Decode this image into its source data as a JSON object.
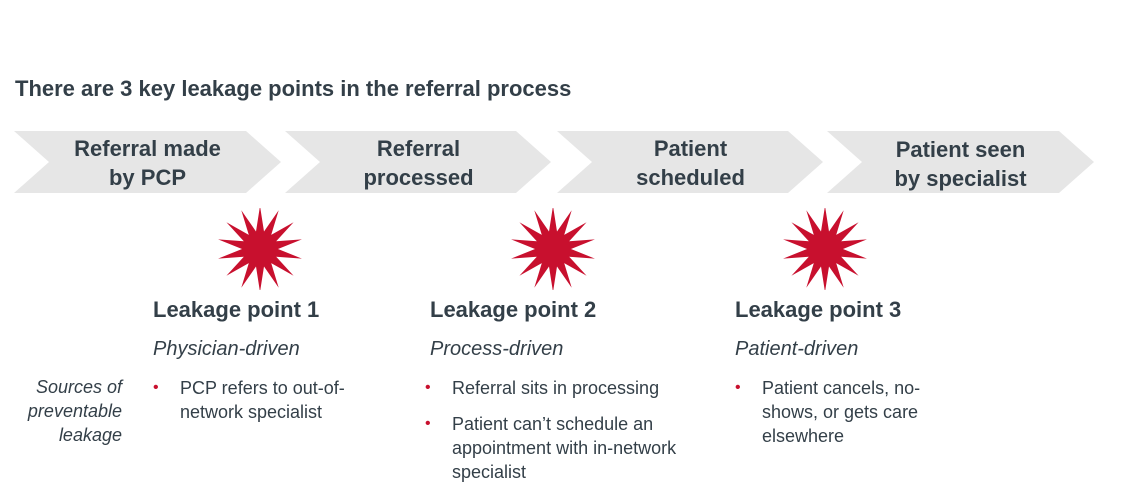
{
  "title": "There are 3 key leakage points in the referral process",
  "colors": {
    "chevron_fill": "#e6e6e6",
    "burst_red": "#c8102e",
    "text": "#333f48",
    "bullet": "#c8102e"
  },
  "steps": [
    {
      "label": "Referral made\nby PCP"
    },
    {
      "label": "Referral\nprocessed"
    },
    {
      "label": "Patient\nscheduled"
    },
    {
      "label": "Patient seen\nby specialist"
    }
  ],
  "sources_label": "Sources of preventable leakage",
  "leakage_points": [
    {
      "icon": "burst-icon",
      "heading": "Leakage point 1",
      "driver": "Physician-driven",
      "bullets": [
        "PCP refers to out-of-network specialist"
      ]
    },
    {
      "icon": "burst-icon",
      "heading": "Leakage point 2",
      "driver": "Process-driven",
      "bullets": [
        "Referral sits in processing",
        "Patient can’t schedule an appointment with in-network specialist"
      ]
    },
    {
      "icon": "burst-icon",
      "heading": "Leakage point 3",
      "driver": "Patient-driven",
      "bullets": [
        "Patient cancels, no-shows, or gets care elsewhere"
      ]
    }
  ]
}
